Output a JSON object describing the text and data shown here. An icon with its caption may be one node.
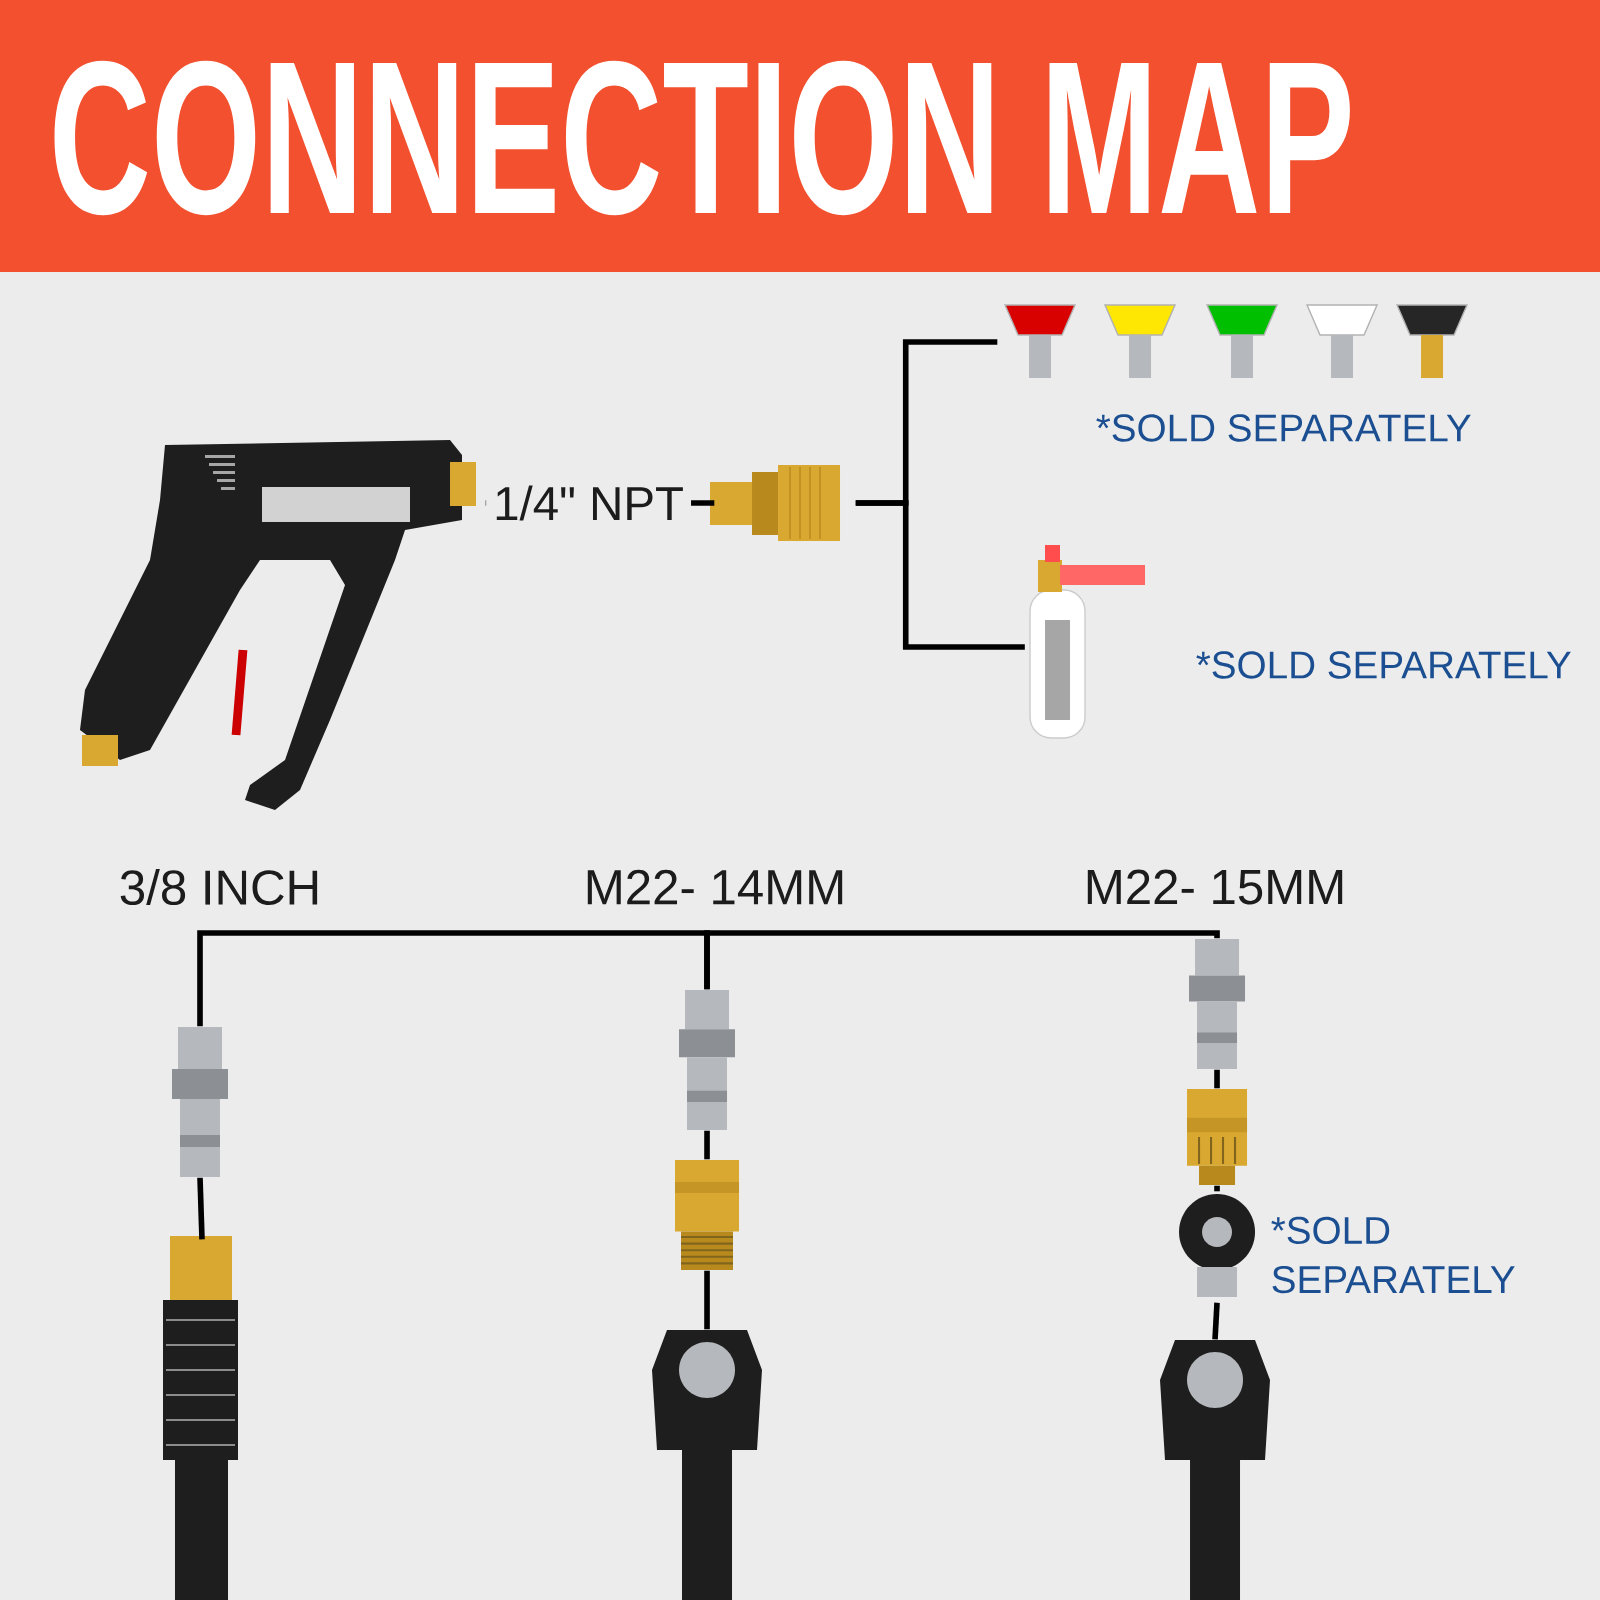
{
  "diagram": {
    "title": "CONNECTION MAP",
    "nodes": [
      {
        "text": [],
        "shape": "picture"
      },
      {
        "text": [],
        "shape": "picture"
      },
      {
        "text": [],
        "shape": "picture",
        "beside": [
          "*SOLD SEPARATELY"
        ]
      },
      {
        "text": [],
        "shape": "picture",
        "beside": [
          "*SOLD SEPARATELY"
        ]
      },
      {
        "text": [],
        "shape": "picture"
      },
      {
        "text": [],
        "shape": "picture"
      },
      {
        "text": [],
        "shape": "picture"
      },
      {
        "text": [],
        "shape": "picture"
      },
      {
        "text": [],
        "shape": "picture"
      },
      {
        "text": [],
        "shape": "picture"
      },
      {
        "text": [],
        "shape": "picture"
      },
      {
        "text": [],
        "shape": "picture",
        "beside": [
          "*SOLD SEPARATELY"
        ]
      },
      {
        "text": [],
        "shape": "picture"
      }
    ],
    "edges": [
      {
        "from": 0,
        "to": 1,
        "arrow": "none",
        "label": "1/4\" NPT"
      },
      {
        "from": 1,
        "to": 2,
        "arrow": "none"
      },
      {
        "from": 1,
        "to": 3,
        "arrow": "none"
      },
      {
        "from": 4,
        "to": 6,
        "arrow": "none"
      },
      {
        "from": 6,
        "to": 9,
        "arrow": "none"
      },
      {
        "from": 4,
        "to": 5,
        "arrow": "none"
      },
      {
        "from": 6,
        "to": 7,
        "arrow": "none"
      },
      {
        "from": 7,
        "to": 8,
        "arrow": "none"
      },
      {
        "from": 9,
        "to": 10,
        "arrow": "none"
      },
      {
        "from": 10,
        "to": 11,
        "arrow": "none"
      },
      {
        "from": 11,
        "to": 12,
        "arrow": "none"
      }
    ],
    "labels": [
      "3/8 INCH",
      "M22- 14MM",
      "M22- 15MM"
    ]
  }
}
